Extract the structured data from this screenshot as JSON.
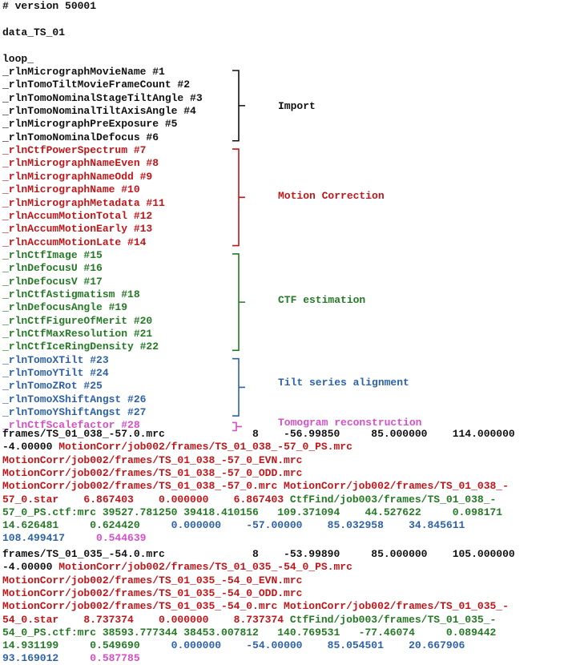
{
  "colors": {
    "black": "#111111",
    "red": "#c0161a",
    "green": "#257a25",
    "blue": "#2e62a8",
    "magenta": "#d64fc8"
  },
  "header": {
    "version": "# version 50001",
    "data_block": "data_TS_01",
    "loop": "loop_"
  },
  "columns": [
    "_rlnMicrographMovieName #1",
    "_rlnTomoTiltMovieFrameCount #2",
    "_rlnTomoNominalStageTiltAngle #3",
    "_rlnTomoNominalTiltAxisAngle #4",
    "_rlnMicrographPreExposure #5",
    "_rlnTomoNominalDefocus #6",
    "_rlnCtfPowerSpectrum #7",
    "_rlnMicrographNameEven #8",
    "_rlnMicrographNameOdd #9",
    "_rlnMicrographName #10",
    "_rlnMicrographMetadata #11",
    "_rlnAccumMotionTotal #12",
    "_rlnAccumMotionEarly #13",
    "_rlnAccumMotionLate #14",
    "_rlnCtfImage #15",
    "_rlnDefocusU #16",
    "_rlnDefocusV #17",
    "_rlnCtfAstigmatism #18",
    "_rlnDefocusAngle #19",
    "_rlnCtfFigureOfMerit #20",
    "_rlnCtfMaxResolution #21",
    "_rlnCtfIceRingDensity #22",
    "_rlnTomoXTilt #23",
    "_rlnTomoYTilt #24",
    "_rlnTomoZRot #25",
    "_rlnTomoXShiftAngst #26",
    "_rlnTomoYShiftAngst #27",
    "_rlnCtfScalefactor #28"
  ],
  "groups": [
    {
      "label": "Import",
      "color": "#111111"
    },
    {
      "label": "Motion Correction",
      "color": "#c0161a"
    },
    {
      "label": "CTF estimation",
      "color": "#257a25"
    },
    {
      "label": "Tilt series alignment",
      "color": "#2e62a8"
    },
    {
      "label": "Tomogram reconstruction",
      "color": "#d64fc8"
    }
  ],
  "rows": [
    {
      "lines": [
        [
          [
            "k",
            "frames/TS_01_038_-57.0.mrc              8    -56.99850     85.000000    114.000000"
          ]
        ],
        [
          [
            "k",
            "-4.00000 "
          ],
          [
            "r",
            "MotionCorr/job002/frames/TS_01_038_-57_0_PS.mrc"
          ]
        ],
        [
          [
            "r",
            "MotionCorr/job002/frames/TS_01_038_-57_0_EVN.mrc"
          ]
        ],
        [
          [
            "r",
            "MotionCorr/job002/frames/TS_01_038_-57_0_ODD.mrc"
          ]
        ],
        [
          [
            "r",
            "MotionCorr/job002/frames/TS_01_038_-57_0.mrc MotionCorr/job002/frames/TS_01_038_-"
          ]
        ],
        [
          [
            "r",
            "57_0.star    6.867403    0.000000    6.867403 "
          ],
          [
            "g",
            "CtfFind/job003/frames/TS_01_038_-"
          ]
        ],
        [
          [
            "g",
            "57_0_PS.ctf:mrc 39527.781250 39418.410156   109.371094    44.527622     0.098171"
          ]
        ],
        [
          [
            "g",
            "14.626481     0.624420     "
          ],
          [
            "b",
            "0.000000    -57.00000    85.032958    34.845611"
          ]
        ],
        [
          [
            "b",
            "108.499417     "
          ],
          [
            "m",
            "0.544639"
          ]
        ]
      ]
    },
    {
      "lines": [
        [
          [
            "k",
            "frames/TS_01_035_-54.0.mrc              8    -53.99890     85.000000    105.000000"
          ]
        ],
        [
          [
            "k",
            "-4.00000 "
          ],
          [
            "r",
            "MotionCorr/job002/frames/TS_01_035_-54_0_PS.mrc"
          ]
        ],
        [
          [
            "r",
            "MotionCorr/job002/frames/TS_01_035_-54_0_EVN.mrc"
          ]
        ],
        [
          [
            "r",
            "MotionCorr/job002/frames/TS_01_035_-54_0_ODD.mrc"
          ]
        ],
        [
          [
            "r",
            "MotionCorr/job002/frames/TS_01_035_-54_0.mrc MotionCorr/job002/frames/TS_01_035_-"
          ]
        ],
        [
          [
            "r",
            "54_0.star    8.737374    0.000000    8.737374 "
          ],
          [
            "g",
            "CtfFind/job003/frames/TS_01_035_-"
          ]
        ],
        [
          [
            "g",
            "54_0_PS.ctf:mrc 38593.777344 38453.007812   140.769531   -77.46074     0.089442"
          ]
        ],
        [
          [
            "g",
            "14.931199     0.549690     "
          ],
          [
            "b",
            "0.000000    -54.00000    85.054501    20.667906"
          ]
        ],
        [
          [
            "b",
            "93.169012     "
          ],
          [
            "m",
            "0.587785"
          ]
        ]
      ]
    }
  ]
}
